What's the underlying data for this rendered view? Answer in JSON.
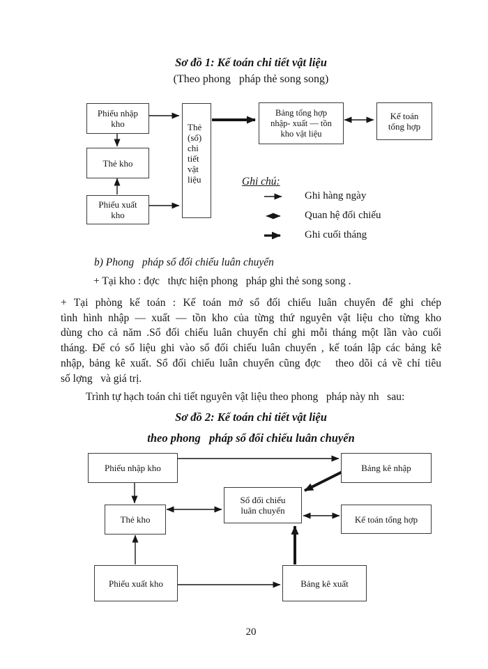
{
  "page_number": "20",
  "section1": {
    "title": "Sơ đồ 1: Kế toán chi tiết vật liệu",
    "subtitle": "(Theo phong   pháp thẻ song song)",
    "boxes": {
      "phieu_nhap_kho": "Phiếu nhập\nkho",
      "the_kho": "Thẻ kho",
      "phieu_xuat_kho": "Phiếu xuất\nkho",
      "the_so_chi_tiet": "Thẻ\n(sổ)\nchi\ntiết\nvật\nliệu",
      "bang_tong_hop": "Bảng tổng hợp\nnhập- xuất — tồn\nkho vật liệu",
      "ke_toan_tong_hop": "Kế toán\ntổng hợp"
    },
    "legend": {
      "title": "Ghi chú:",
      "items": [
        {
          "symbol": "thin-right-arrow",
          "label": "Ghi hàng ngày"
        },
        {
          "symbol": "double-headed-arrow",
          "label": "Quan hệ đối chiếu"
        },
        {
          "symbol": "thick-right-arrow",
          "label": "Ghi cuối tháng"
        }
      ]
    }
  },
  "body": {
    "heading_b": "b) Phong   pháp sổ đối chiếu luân chuyển",
    "line_tai_kho": "+ Tại kho : đợc   thực hiện phong   pháp ghi thẻ song song .",
    "paragraph_lines": [
      "+ Tại phòng kế toán : Kế toán mở sổ đối chiếu luân chuyển để ghi chép",
      "tình hình nhập — xuất — tồn kho của từng thứ nguyên vật liệu cho từng kho",
      "dùng cho cả năm .Sổ đối chiếu luân chuyển chỉ ghi mỗi tháng một lần vào cuối",
      "tháng. Để có số liệu ghi vào sổ đối chiếu luân chuyển , kế toán lập các bảng kê",
      "nhập, bảng kê xuất. Sổ đối chiếu luân chuyển cũng đợc   theo dõi cả về chỉ tiêu",
      "số lợng   và giá trị."
    ],
    "line_trinh_tu": "Trình tự hạch toán chi tiết nguyên vật liệu theo phong   pháp này nh   sau:"
  },
  "section2": {
    "title": "Sơ đồ 2: Kế toán chi tiết vật liệu",
    "subtitle": "theo phong   pháp sổ đối chiếu luân chuyển",
    "boxes": {
      "phieu_nhap_kho": "Phiếu nhập kho",
      "bang_ke_nhap": "Bảng kê nhập",
      "so_doi_chieu": "Sổ đối chiếu\nluân chuyển",
      "the_kho": "Thẻ kho",
      "ke_toan_tong_hop": "Kế toán tổng hợp",
      "phieu_xuat_kho": "Phiếu xuất kho",
      "bang_ke_xuat": "Bảng kê xuất"
    }
  }
}
